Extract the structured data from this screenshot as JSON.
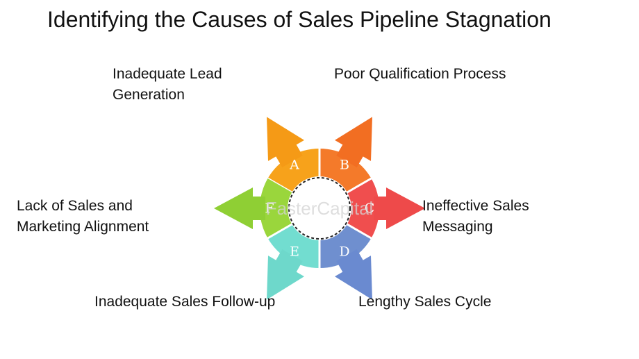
{
  "title": "Identifying the Causes of Sales Pipeline Stagnation",
  "watermark": "FasterCapital",
  "segments": [
    {
      "letter": "A",
      "label_lines": [
        "Inadequate Lead",
        "Generation"
      ],
      "color": "#f7a21b",
      "arrow_color": "#f59a16"
    },
    {
      "letter": "B",
      "label_lines": [
        "Poor Qualification Process"
      ],
      "color": "#f47a2a",
      "arrow_color": "#f26e22"
    },
    {
      "letter": "C",
      "label_lines": [
        "Ineffective Sales",
        "Messaging"
      ],
      "color": "#f04e4e",
      "arrow_color": "#ee4a4a"
    },
    {
      "letter": "D",
      "label_lines": [
        "Lengthy Sales Cycle"
      ],
      "color": "#6f8fcf",
      "arrow_color": "#6a8ad0"
    },
    {
      "letter": "E",
      "label_lines": [
        "Inadequate Sales Follow-up"
      ],
      "color": "#72ddd0",
      "arrow_color": "#6ed8cb"
    },
    {
      "letter": "F",
      "label_lines": [
        "Lack of Sales and",
        "Marketing Alignment"
      ],
      "color": "#9ad63c",
      "arrow_color": "#8fcf34"
    }
  ]
}
